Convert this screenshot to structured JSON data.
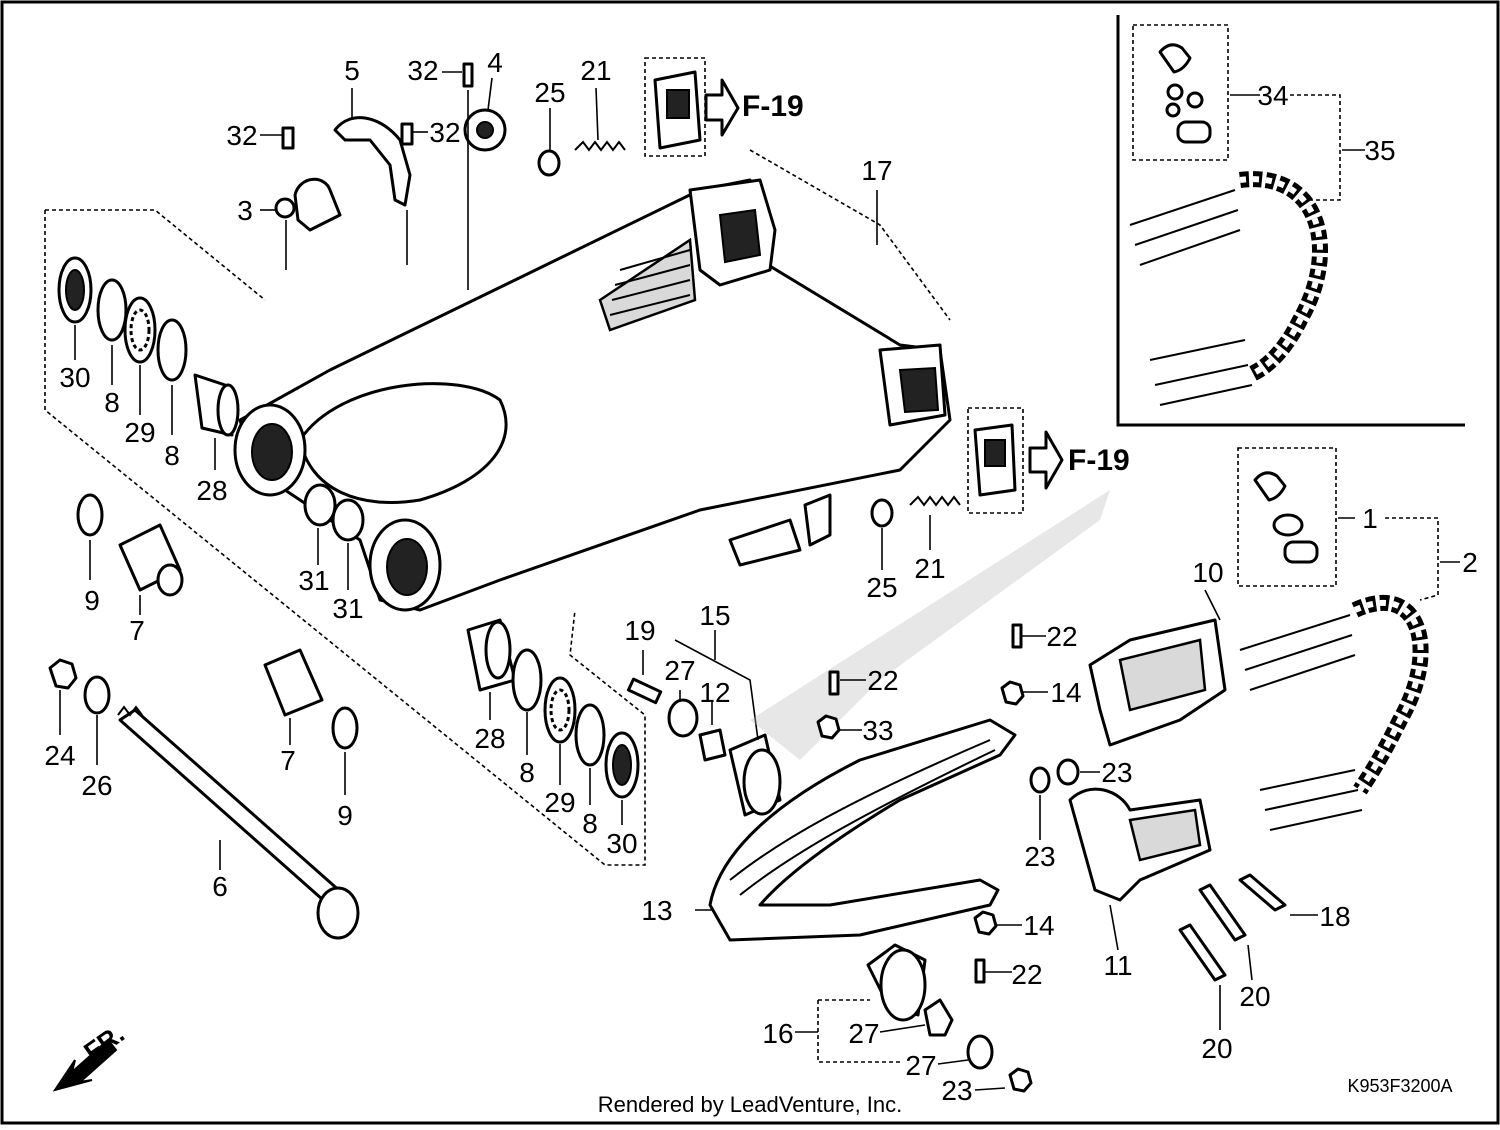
{
  "diagram": {
    "labels": [
      {
        "id": "l5",
        "text": "5"
      },
      {
        "id": "l32a",
        "text": "32"
      },
      {
        "id": "l4",
        "text": "4"
      },
      {
        "id": "l25a",
        "text": "25"
      },
      {
        "id": "l21a",
        "text": "21"
      },
      {
        "id": "l32b",
        "text": "32"
      },
      {
        "id": "l32c",
        "text": "32"
      },
      {
        "id": "l3",
        "text": "3"
      },
      {
        "id": "l17",
        "text": "17"
      },
      {
        "id": "l30a",
        "text": "30"
      },
      {
        "id": "l8a",
        "text": "8"
      },
      {
        "id": "l29a",
        "text": "29"
      },
      {
        "id": "l8b",
        "text": "8"
      },
      {
        "id": "l28a",
        "text": "28"
      },
      {
        "id": "l9a",
        "text": "9"
      },
      {
        "id": "l7a",
        "text": "7"
      },
      {
        "id": "l31a",
        "text": "31"
      },
      {
        "id": "l31b",
        "text": "31"
      },
      {
        "id": "l24",
        "text": "24"
      },
      {
        "id": "l26",
        "text": "26"
      },
      {
        "id": "l7b",
        "text": "7"
      },
      {
        "id": "l9b",
        "text": "9"
      },
      {
        "id": "l6",
        "text": "6"
      },
      {
        "id": "l28b",
        "text": "28"
      },
      {
        "id": "l8c",
        "text": "8"
      },
      {
        "id": "l29b",
        "text": "29"
      },
      {
        "id": "l8d",
        "text": "8"
      },
      {
        "id": "l30b",
        "text": "30"
      },
      {
        "id": "l19",
        "text": "19"
      },
      {
        "id": "l27a",
        "text": "27"
      },
      {
        "id": "l15",
        "text": "15"
      },
      {
        "id": "l12",
        "text": "12"
      },
      {
        "id": "l25b",
        "text": "25"
      },
      {
        "id": "l21b",
        "text": "21"
      },
      {
        "id": "l22a",
        "text": "22"
      },
      {
        "id": "l22b",
        "text": "22"
      },
      {
        "id": "l14a",
        "text": "14"
      },
      {
        "id": "l33",
        "text": "33"
      },
      {
        "id": "l10",
        "text": "10"
      },
      {
        "id": "l1",
        "text": "1"
      },
      {
        "id": "l2",
        "text": "2"
      },
      {
        "id": "l34",
        "text": "34"
      },
      {
        "id": "l35",
        "text": "35"
      },
      {
        "id": "l23a",
        "text": "23"
      },
      {
        "id": "l23b",
        "text": "23"
      },
      {
        "id": "l13",
        "text": "13"
      },
      {
        "id": "l14b",
        "text": "14"
      },
      {
        "id": "l22c",
        "text": "22"
      },
      {
        "id": "l18",
        "text": "18"
      },
      {
        "id": "l11",
        "text": "11"
      },
      {
        "id": "l20a",
        "text": "20"
      },
      {
        "id": "l20b",
        "text": "20"
      },
      {
        "id": "l16",
        "text": "16"
      },
      {
        "id": "l27b",
        "text": "27"
      },
      {
        "id": "l27c",
        "text": "27"
      },
      {
        "id": "l23c",
        "text": "23"
      }
    ],
    "references": [
      {
        "id": "ref1",
        "text": "F-19"
      },
      {
        "id": "ref2",
        "text": "F-19"
      }
    ],
    "front_indicator": "FR.",
    "diagram_code": "K953F3200A",
    "footer": "Rendered by LeadVenture, Inc."
  }
}
